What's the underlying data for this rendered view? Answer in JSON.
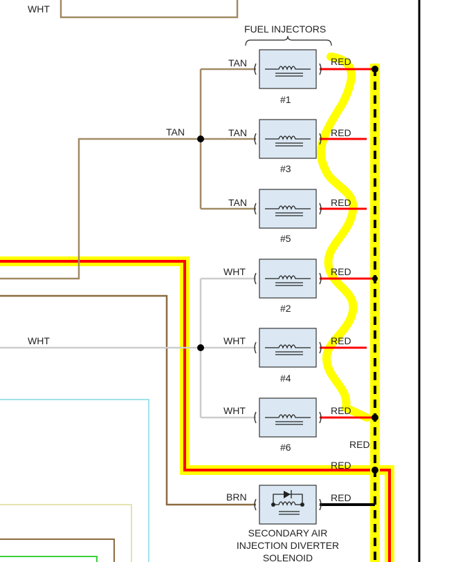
{
  "diagram": {
    "group_title": "FUEL INJECTORS",
    "injectors": [
      {
        "id": "#1",
        "wire_in": "TAN",
        "wire_out": "RED"
      },
      {
        "id": "#3",
        "wire_in": "TAN",
        "wire_out": "RED"
      },
      {
        "id": "#5",
        "wire_in": "TAN",
        "wire_out": "RED"
      },
      {
        "id": "#2",
        "wire_in": "WHT",
        "wire_out": "RED"
      },
      {
        "id": "#4",
        "wire_in": "WHT",
        "wire_out": "RED"
      },
      {
        "id": "#6",
        "wire_in": "WHT",
        "wire_out": "RED"
      }
    ],
    "bank_feed_tan": "TAN",
    "bank_feed_wht": "WHT",
    "top_left_wire": "WHT",
    "vertical_bus_red_1": "RED",
    "vertical_bus_red_2": "RED",
    "solenoid": {
      "wire_in": "BRN",
      "wire_out": "RED",
      "name_line1": "SECONDARY AIR",
      "name_line2": "INJECTION DIVERTER",
      "name_line3": "SOLENOID"
    },
    "colors": {
      "tan": "#a08a63",
      "wht": "#cccccc",
      "red": "#ff0000",
      "highlight": "#ffff00",
      "brn": "#8b6a3e",
      "component_fill": "#dbe8f3",
      "ground": "#000000"
    }
  }
}
